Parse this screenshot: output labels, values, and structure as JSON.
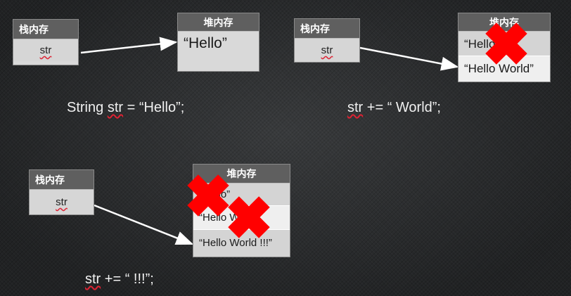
{
  "labels": {
    "stack": "栈内存",
    "heap": "堆内存",
    "var": "str"
  },
  "panel1": {
    "heap_rows": [
      "“Hello”"
    ],
    "code_prefix": "String ",
    "code_var": "str",
    "code_suffix": "  =  “Hello”;"
  },
  "panel2": {
    "heap_rows": [
      "“Hello”",
      "“Hello World”"
    ],
    "code_var": "str",
    "code_suffix": "  +=  “ World”;"
  },
  "panel3": {
    "heap_rows": [
      "“Hello”",
      "“Hello World”",
      "“Hello World !!!”"
    ],
    "code_var": "str",
    "code_suffix": "  +=  “ !!!”;"
  },
  "colors": {
    "background": "#2c2e30",
    "header": "#5f5f5f",
    "cross": "#ff0000",
    "arrow": "#ffffff"
  }
}
